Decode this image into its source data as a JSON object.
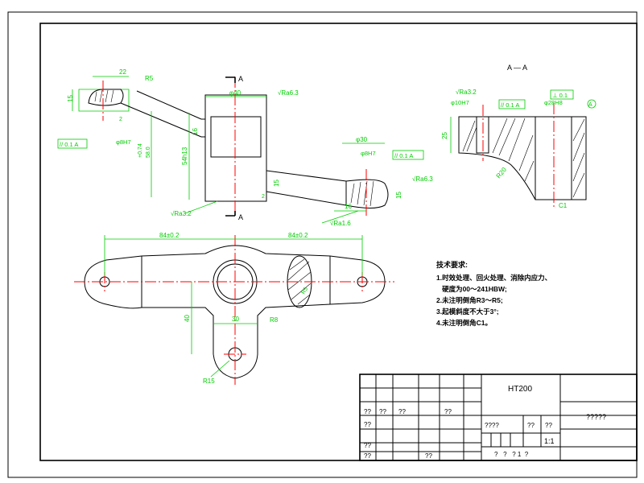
{
  "colors": {
    "outline": "#000000",
    "centerline": "#ff0000",
    "dimension": "#00cc00",
    "paper": "#ffffff"
  },
  "section": {
    "label": "A — A",
    "cut_top": "A",
    "cut_bottom": "A"
  },
  "front_view": {
    "dims": {
      "d22": "22",
      "r5": "R5",
      "h15": "15",
      "h2": "2",
      "bore_left": "φ8H7",
      "tol_left": "// 0.1 A",
      "d074": "+0.74",
      "d58": "58.0",
      "d54": "54h13",
      "d16": "16",
      "d40": "φ40",
      "rough1": "√Ra6.3",
      "rough2": "√Ra3.2",
      "d30": "φ30",
      "bore_right": "φ8H7",
      "tol_right": "// 0.1 A",
      "rough3": "√Ra6.3",
      "d15": "15",
      "d16b": "16",
      "d15b": "15",
      "d2": "2",
      "rough4": "√Ra1.6"
    }
  },
  "section_view": {
    "dims": {
      "rough": "√Ra3.2",
      "bore": "φ10H7",
      "tol": "// 0.1 A",
      "dia": "φ28H8",
      "perp": "⊥ 0.1",
      "datum": "A",
      "h25": "25",
      "r20": "R20",
      "c1": "C1"
    }
  },
  "top_view": {
    "dims": {
      "left_span": "84±0.2",
      "right_span": "84±0.2",
      "d30": "30",
      "d40": "40",
      "r8": "R8",
      "r15": "R15",
      "rb": "R5"
    }
  },
  "notes": {
    "title": "技术要求:",
    "items": [
      "1.时效处理、回火处理、消除内应力、",
      "   硬度为00～241HBW;",
      "2.未注明倒角R3～R5;",
      "3.起模斜度不大于3°;",
      "4.未注明倒角C1。"
    ]
  },
  "title_block": {
    "material": "HT200",
    "name": "?????",
    "scale": "1:1",
    "cells": {
      "r4a": "??",
      "r4b": "??",
      "r4c": "??",
      "r4d": "??",
      "r5a": "??",
      "r7a": "??",
      "r8a": "??",
      "r8b": "??",
      "mid_a": "????",
      "mid_b": "??",
      "mid_c": "??",
      "bottom": "?   ?   ? 1  ?"
    }
  }
}
